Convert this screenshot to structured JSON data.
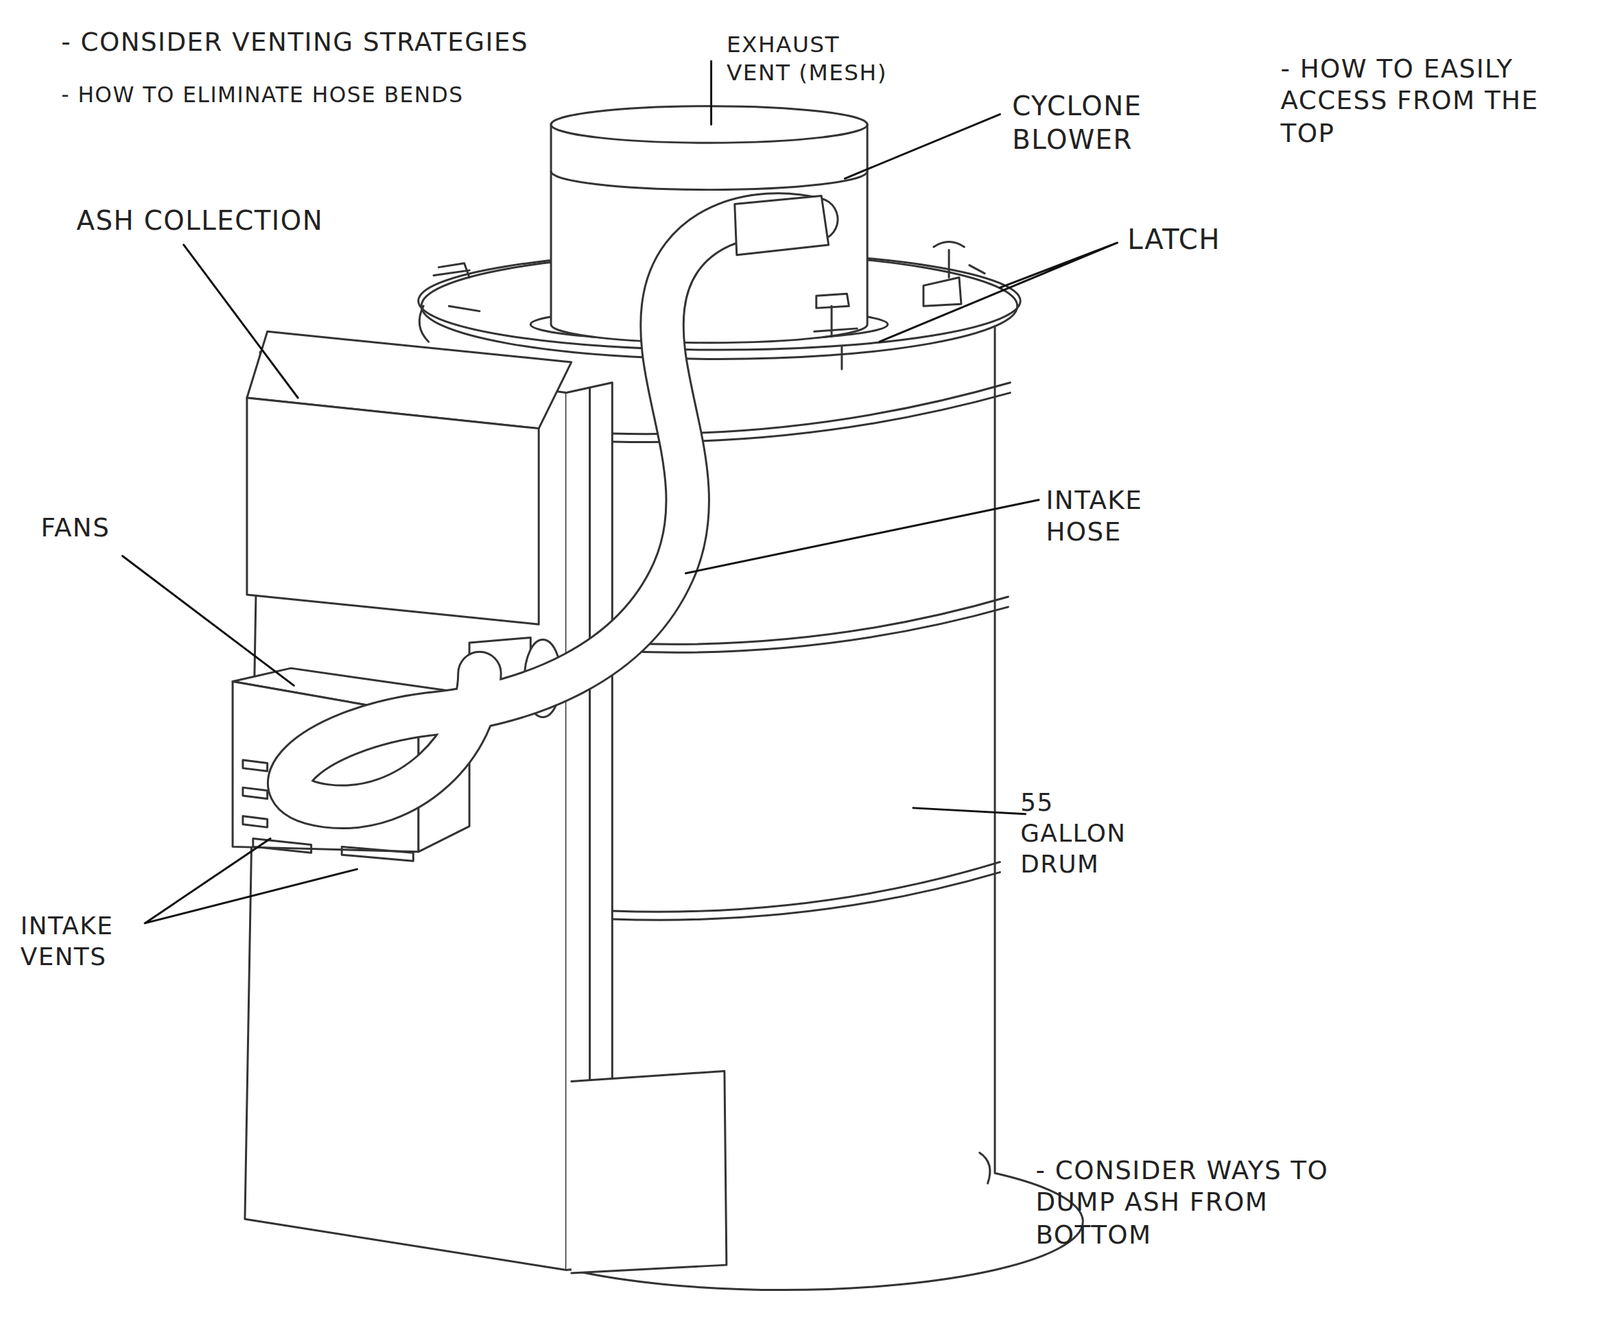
{
  "diagram": {
    "labels": [
      "- CONSIDER VENTING STRATEGIES",
      "- HOW TO ELIMINATE HOSE BENDS",
      "EXHAUST VENT (MESH)",
      "CYCLONE BLOWER",
      "- HOW TO EASILY ACCESS FROM THE TOP",
      "ASH COLLECTION",
      "LATCH",
      "INTAKE HOSE",
      "FANS",
      "55 GALLON DRUM",
      "INTAKE VENTS",
      "- CONSIDER WAYS TO DUMP ASH FROM BOTTOM"
    ]
  }
}
